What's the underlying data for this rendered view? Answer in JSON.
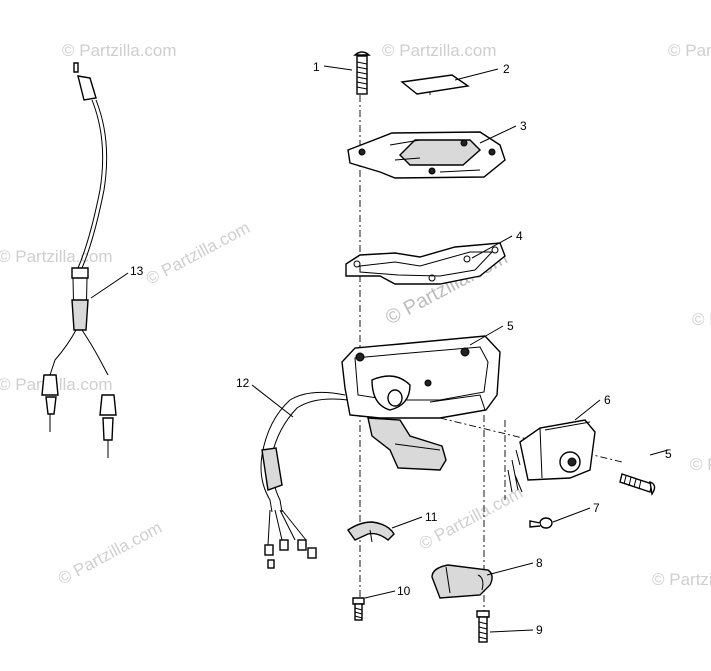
{
  "watermark": {
    "text": "© Partzilla.com",
    "center_text": "© Partzilla.com"
  },
  "callouts": [
    "1",
    "2",
    "3",
    "4",
    "5",
    "5",
    "6",
    "7",
    "8",
    "9",
    "10",
    "11",
    "12",
    "13"
  ]
}
